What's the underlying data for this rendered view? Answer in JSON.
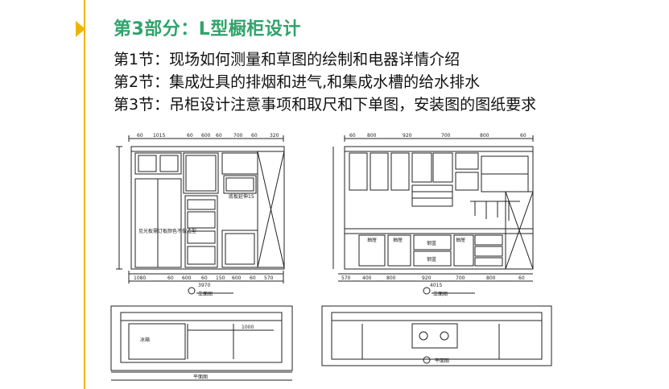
{
  "slide": {
    "title": "第3部分：L型橱柜设计",
    "sections": [
      "第1节：现场如何测量和草图的绘制和电器详情介绍",
      "第2节：集成灶具的排烟和进气,和集成水槽的给水排水",
      "第3节：吊柜设计注意事项和取尺和下单图，安装图的图纸要求"
    ],
    "accent_color": "#2fa36b",
    "marker_color": "#f0b400"
  },
  "drawing_left": {
    "top_dims": [
      "60",
      "1015",
      "60",
      "600",
      "60",
      "700",
      "60",
      "320"
    ],
    "bottom_dims": [
      "1080",
      "60",
      "600",
      "60",
      "150",
      "600",
      "60",
      "570"
    ],
    "total_width": "3970",
    "view_label": "立面图",
    "plan_label": "平面图",
    "annotation": "见光板需订板颜色不做造型",
    "hood_label": "底板延伸15",
    "fridge_label": "冰箱",
    "plan_dim": "1000"
  },
  "drawing_right": {
    "top_dims": [
      "60",
      "800",
      "920",
      "700",
      "800",
      "60"
    ],
    "bottom_dims": [
      "570",
      "400",
      "800",
      "920",
      "700",
      "800",
      "60"
    ],
    "total_width": "4015",
    "view_label": "立面图",
    "plan_label": "平面图",
    "drawer_labels": [
      "抽屉",
      "抽屉",
      "钢蓝",
      "抽屉",
      "钢蓝"
    ]
  }
}
